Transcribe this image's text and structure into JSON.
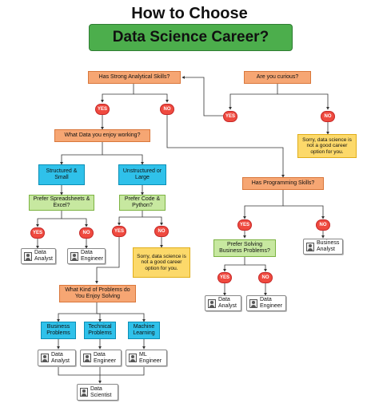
{
  "title": "How to Choose",
  "banner": "Data Science Career?",
  "nodes": {
    "analytical": "Has Strong Analytical Skills?",
    "curious": "Are you curious?",
    "data_enjoy": "What Data you enjoy working?",
    "structured": "Structured & Small",
    "unstructured": "Unstructured or Large",
    "spreadsheets": "Prefer Spreadsheets & Excel?",
    "code_python": "Prefer Code & Python?",
    "programming": "Has Programming Skills?",
    "solving": "Prefer Solving Business Problems?",
    "problems": "What Kind of Problems do You Enjoy Solving",
    "business_problems": "Business Problems",
    "technical_problems": "Technical Problems",
    "machine_learning": "Machine Learning"
  },
  "sorry_text": "Sorry, data science is not a good career option for you.",
  "yes": "YES",
  "no": "NO",
  "roles": {
    "data_analyst": "Data Analyst",
    "data_engineer": "Data Engineer",
    "business_analyst": "Business Analyst",
    "ml_engineer": "ML Engineer",
    "data_scientist": "Data Scientist"
  }
}
